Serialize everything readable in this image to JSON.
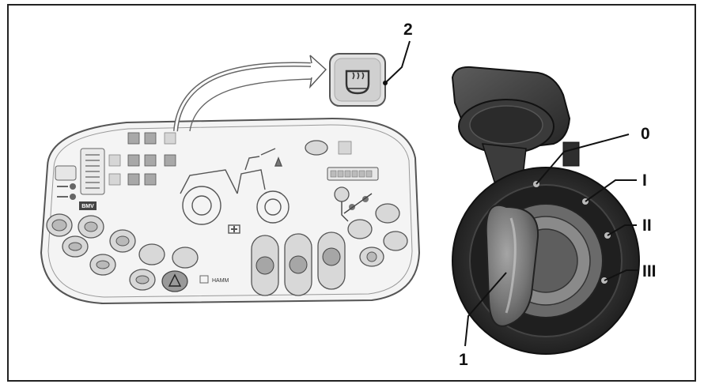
{
  "callouts": {
    "label_2": "2",
    "label_1": "1",
    "pos_0": "0",
    "pos_I": "I",
    "pos_II": "II",
    "pos_III": "III"
  },
  "panel": {
    "brand_badge": "BMV",
    "brand_name": "HAMM"
  },
  "colors": {
    "frame": "#222222",
    "panel_fill": "#f4f4f4",
    "switch_dark": "#2a2a2a",
    "knob": "#7a7a7a"
  },
  "icons": {
    "highlighted_indicator": "engine-preheat-icon"
  }
}
